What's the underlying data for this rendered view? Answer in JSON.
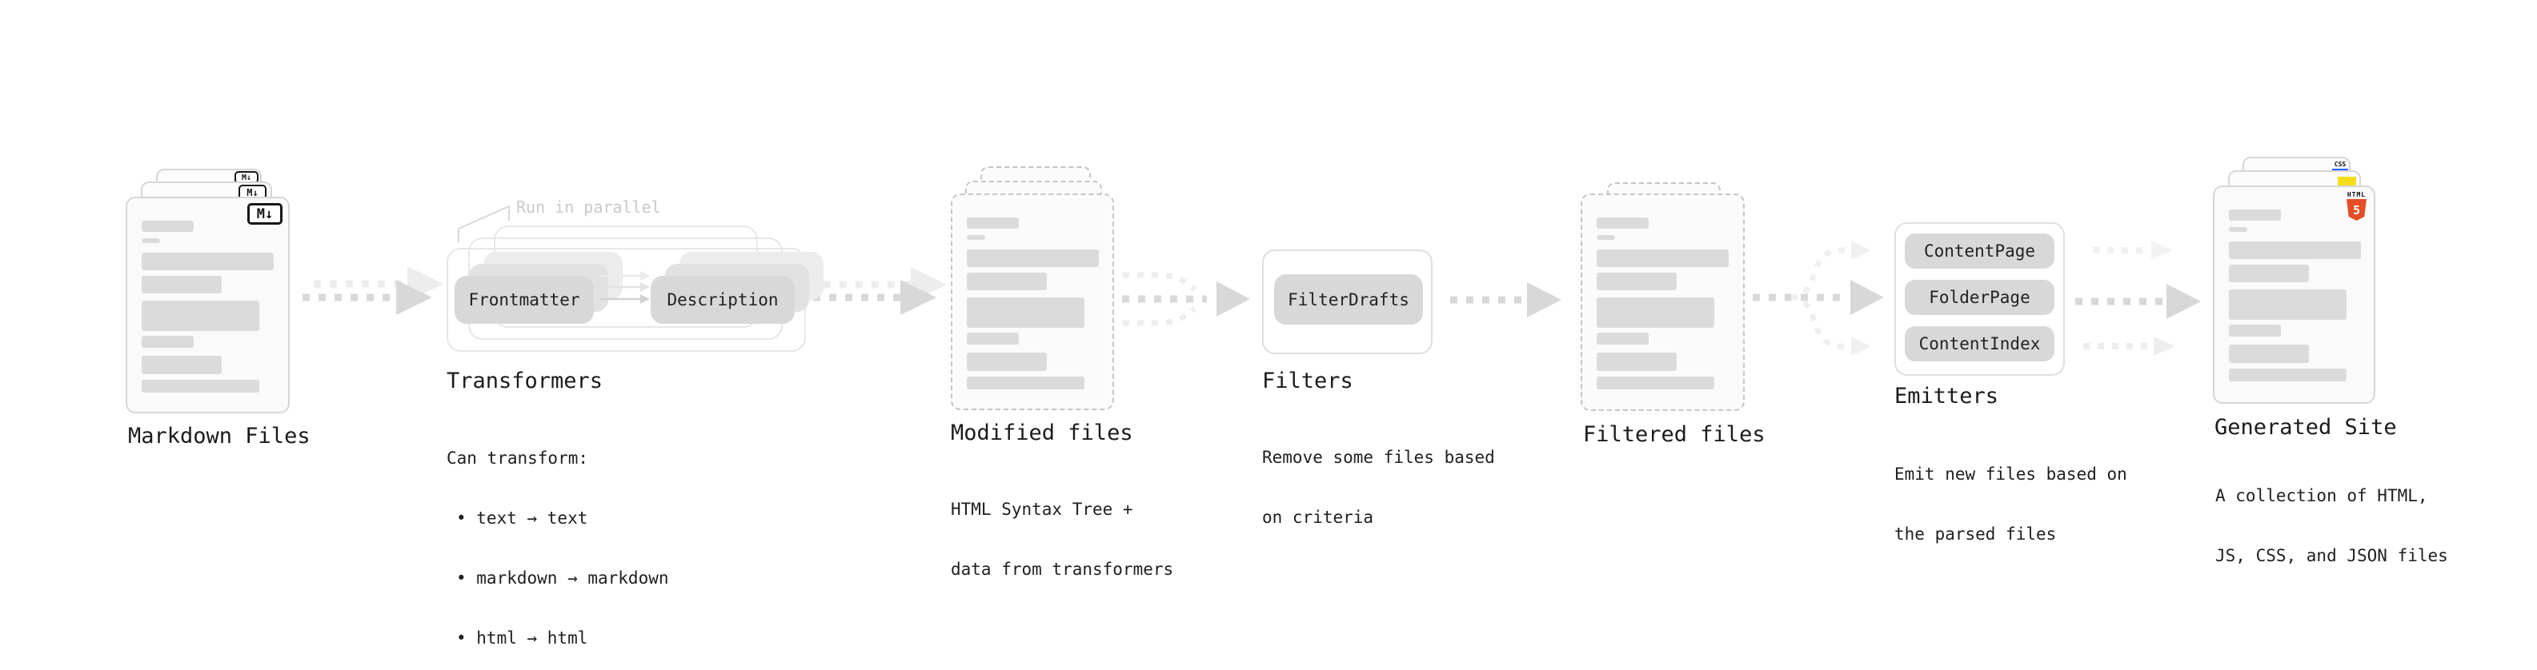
{
  "diagram": {
    "annotation_run_in_parallel": "Run in parallel",
    "stages": {
      "markdown_files": {
        "label": "Markdown Files"
      },
      "transformers": {
        "label": "Transformers",
        "pills": {
          "frontmatter": "Frontmatter",
          "description": "Description"
        },
        "body_title": "Can transform:",
        "bullets": [
          "• text → text",
          "• markdown → markdown",
          "• html → html"
        ]
      },
      "modified_files": {
        "label": "Modified files",
        "desc": [
          "HTML Syntax Tree +",
          "data from transformers"
        ]
      },
      "filters": {
        "label": "Filters",
        "pill": "FilterDrafts",
        "desc": [
          "Remove some files based",
          "on criteria"
        ]
      },
      "filtered_files": {
        "label": "Filtered files"
      },
      "emitters": {
        "label": "Emitters",
        "pills": [
          "ContentPage",
          "FolderPage",
          "ContentIndex"
        ],
        "desc": [
          "Emit new files based on",
          "the parsed files"
        ]
      },
      "generated_site": {
        "label": "Generated Site",
        "desc": [
          "A collection of HTML,",
          "JS, CSS, and JSON files"
        ]
      }
    },
    "icons": {
      "markdown_badge": "M↓",
      "html5_wordmark": "HTML",
      "html5_number": "5",
      "css_wordmark": "CSS"
    },
    "colors": {
      "html5_orange": "#E44D26",
      "js_yellow": "#F5DE19",
      "css_blue": "#2962FF"
    }
  }
}
